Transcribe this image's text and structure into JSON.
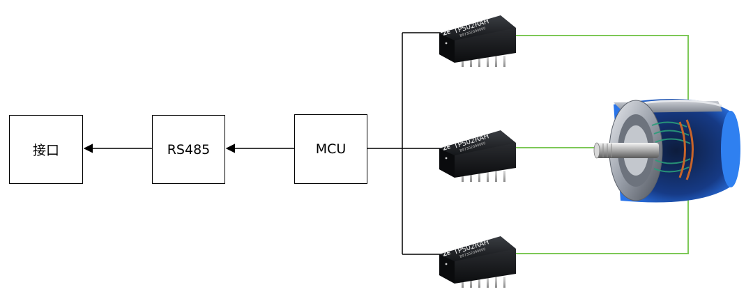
{
  "blocks": {
    "interface": "接口",
    "rs485": "RS485",
    "mcu": "MCU"
  },
  "chips": [
    {
      "part": "TPS02RAH",
      "sub": "B97302090000",
      "logo": "ZE"
    },
    {
      "part": "TPS02RAH",
      "sub": "B97302090000",
      "logo": "ZE"
    },
    {
      "part": "TPS02RAH",
      "sub": "B97302090000",
      "logo": "ZE"
    }
  ],
  "colors": {
    "line": "#000000",
    "green_line": "#7dc857",
    "chip_body": "#1d1f22",
    "motor_blue": "#1f5fd0"
  },
  "icons": [
    "motor-image",
    "sensor-chip"
  ]
}
